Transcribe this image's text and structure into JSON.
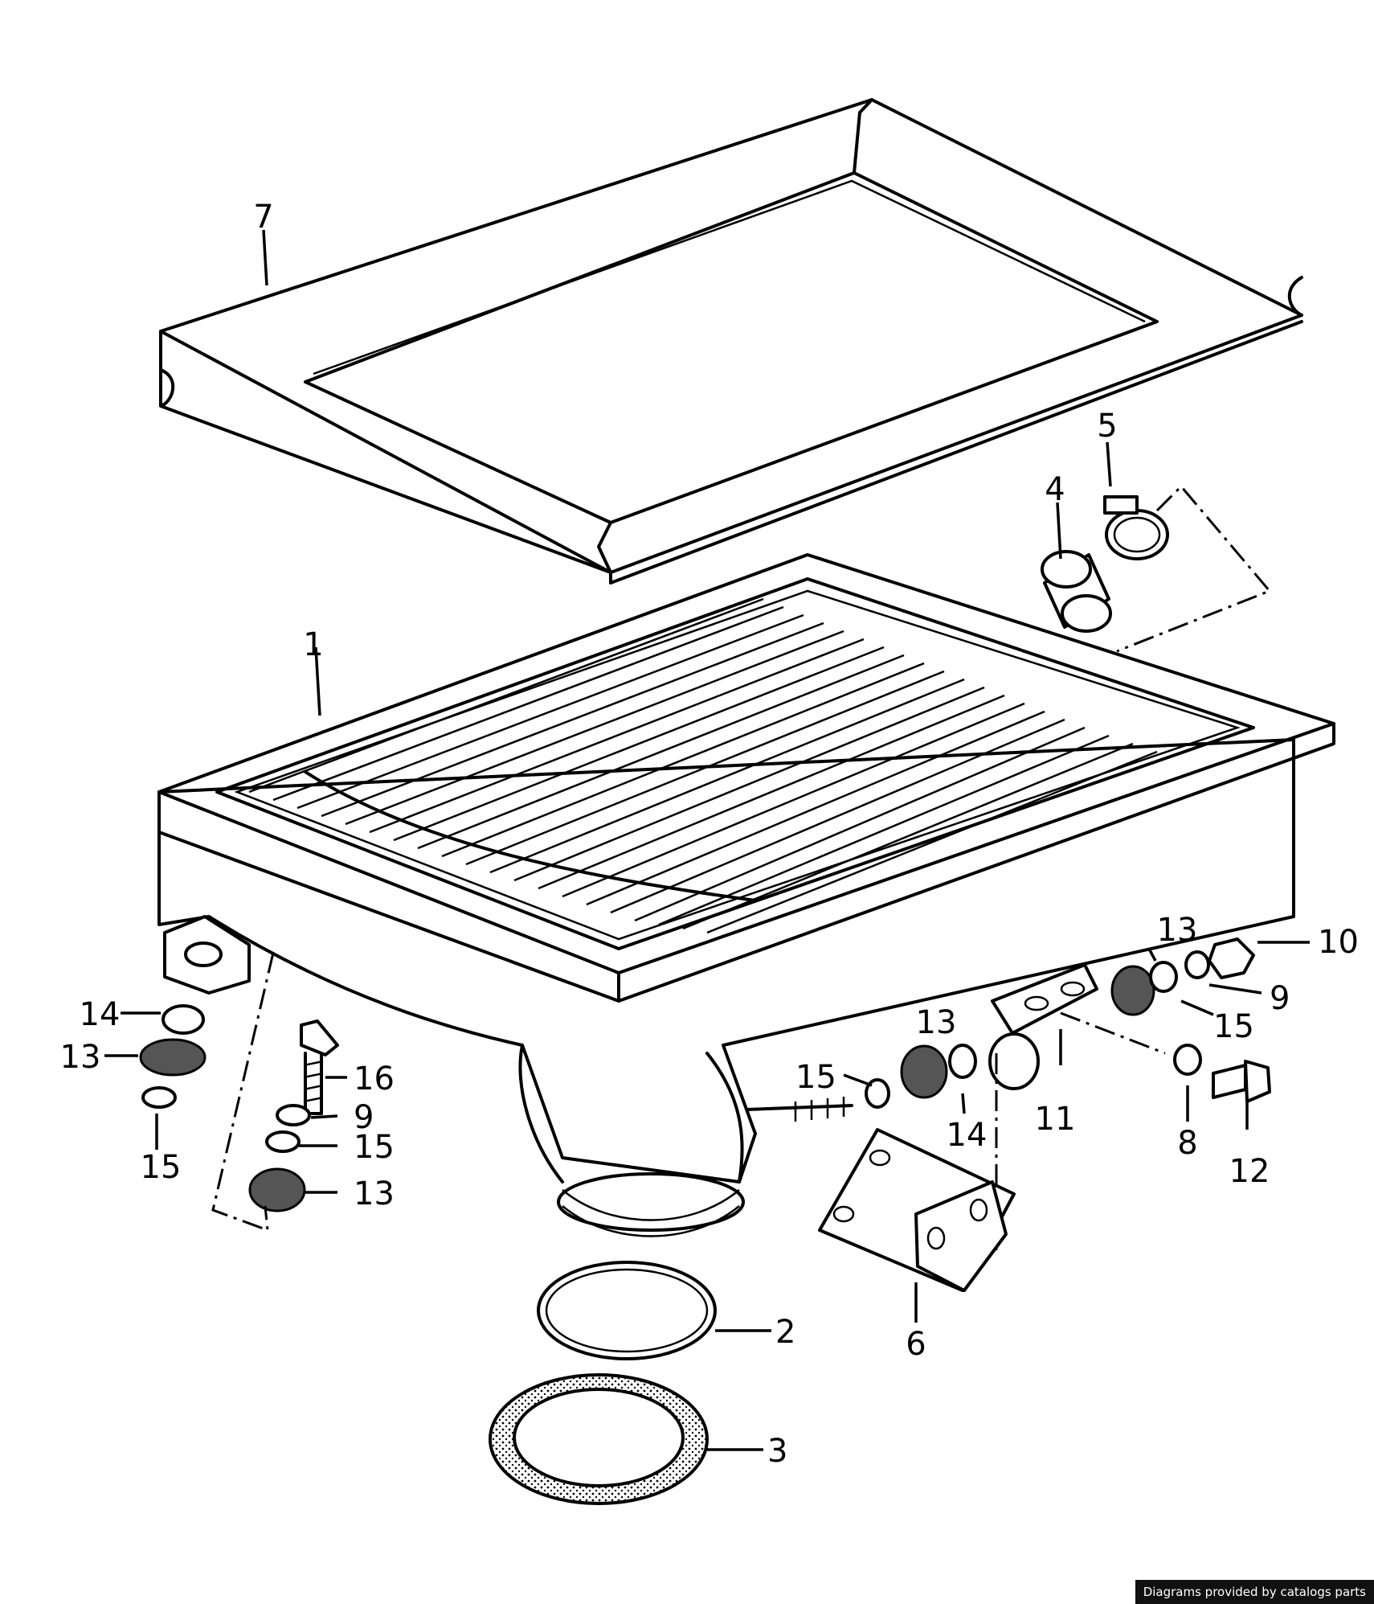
{
  "credit": "Diagrams provided by catalogs parts",
  "callouts": [
    {
      "id": "c7",
      "text": "7"
    },
    {
      "id": "c5",
      "text": "5"
    },
    {
      "id": "c4",
      "text": "4"
    },
    {
      "id": "c1",
      "text": "1"
    },
    {
      "id": "c13a",
      "text": "13"
    },
    {
      "id": "c10",
      "text": "10"
    },
    {
      "id": "c9a",
      "text": "9"
    },
    {
      "id": "c15a",
      "text": "15"
    },
    {
      "id": "c13b",
      "text": "13"
    },
    {
      "id": "c15b",
      "text": "15"
    },
    {
      "id": "c14a",
      "text": "14"
    },
    {
      "id": "c11",
      "text": "11"
    },
    {
      "id": "c8",
      "text": "8"
    },
    {
      "id": "c12",
      "text": "12"
    },
    {
      "id": "c14b",
      "text": "14"
    },
    {
      "id": "c13c",
      "text": "13"
    },
    {
      "id": "c15c",
      "text": "15"
    },
    {
      "id": "c16",
      "text": "16"
    },
    {
      "id": "c9b",
      "text": "9"
    },
    {
      "id": "c15d",
      "text": "15"
    },
    {
      "id": "c13d",
      "text": "13"
    },
    {
      "id": "c2",
      "text": "2"
    },
    {
      "id": "c6",
      "text": "6"
    },
    {
      "id": "c3",
      "text": "3"
    }
  ]
}
